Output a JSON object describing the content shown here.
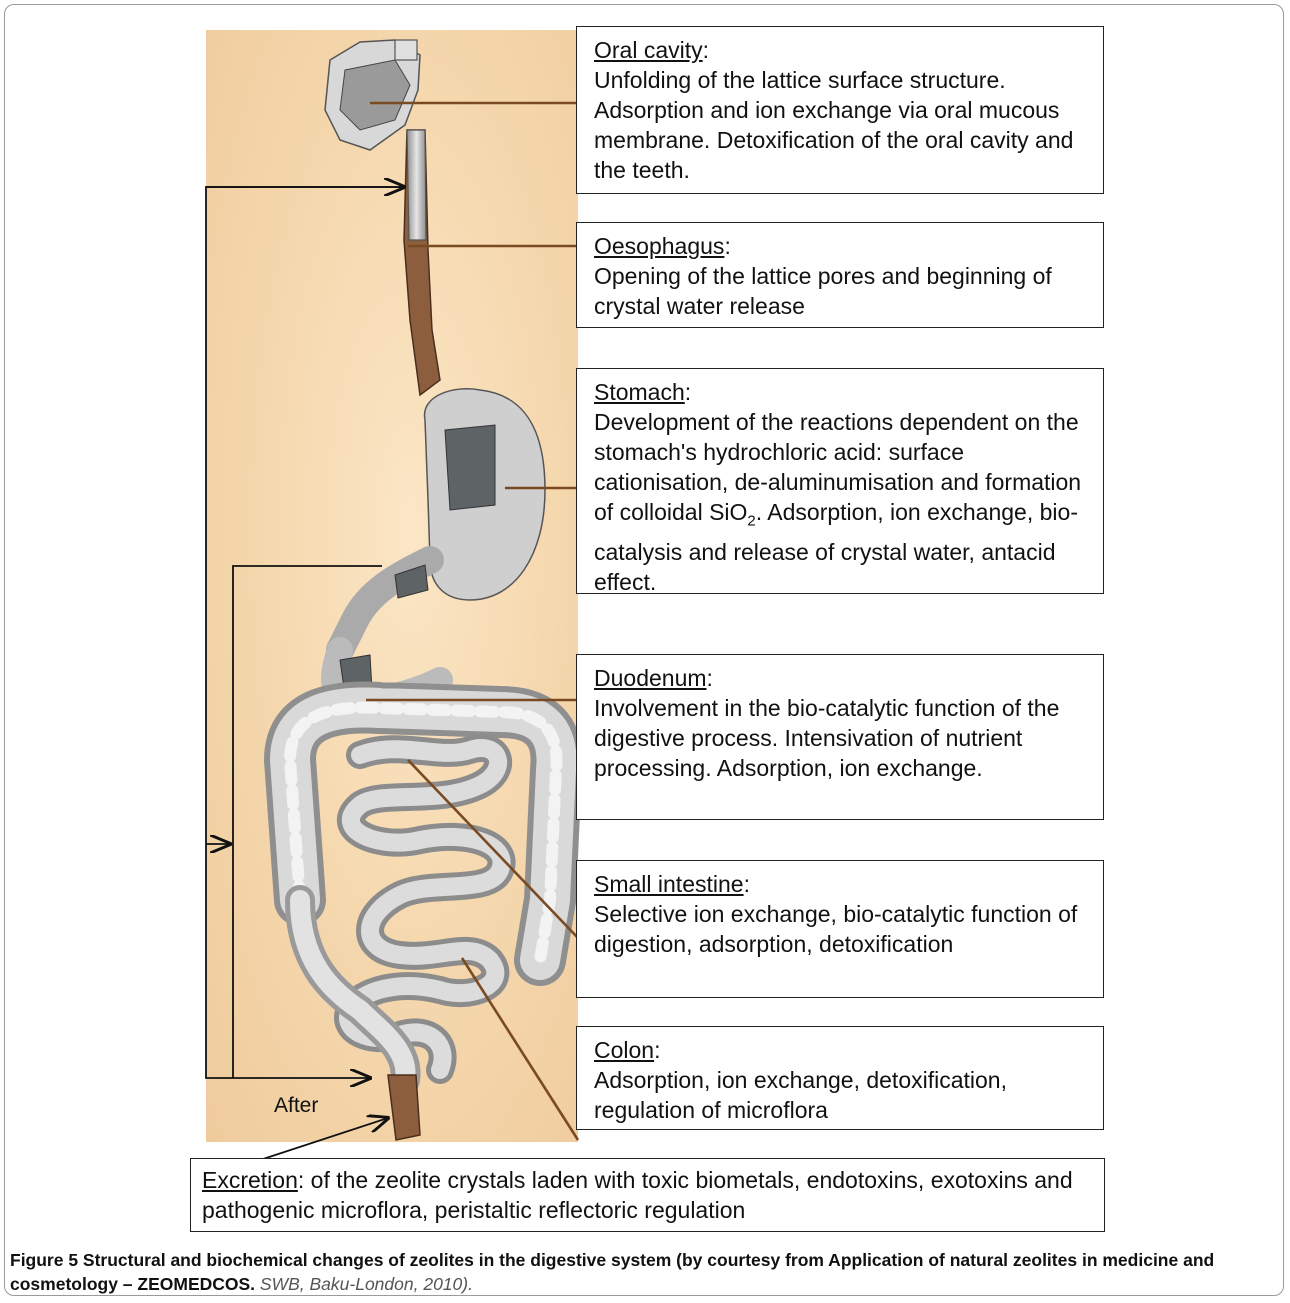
{
  "boxes": {
    "oral": {
      "head": "Oral cavity",
      "sep": ":",
      "body": "Unfolding of the lattice surface structure. Adsorption and ion exchange via oral mucous membrane. Detoxification of the oral cavity and the teeth."
    },
    "oesophagus": {
      "head": "Oesophagus",
      "sep": ":",
      "body": "Opening of the lattice pores and beginning of crystal water release"
    },
    "stomach": {
      "head": "Stomach",
      "sep": ":",
      "body_a": "Development of the reactions dependent on the stomach's hydrochloric acid: surface cationisation, de-aluminumisation and formation of colloidal SiO",
      "body_sub": "2",
      "body_b": ". Adsorption, ion exchange, bio-catalysis and release of crystal water, antacid effect."
    },
    "duodenum": {
      "head": "Duodenum",
      "sep": ":",
      "body": "Involvement in the bio-catalytic function of the digestive process. Intensivation of nutrient processing. Adsorption, ion exchange."
    },
    "small_intestine": {
      "head": "Small intestine",
      "sep": ":",
      "body": "Selective ion exchange, bio-catalytic function of digestion, adsorption, detoxification"
    },
    "colon": {
      "head": "Colon",
      "sep": ":",
      "body": "Adsorption, ion exchange, detoxification, regulation of microflora"
    }
  },
  "excretion": {
    "head": "Excretion",
    "body": ": of the zeolite crystals laden with toxic biometals, endotoxins, exotoxins and pathogenic microflora, peristaltic reflectoric regulation"
  },
  "after_label": "After",
  "caption": {
    "bold": "Figure 5 Structural and biochemical changes of zeolites in the digestive system (by courtesy from Application of natural zeolites in medicine and cosmetology – ZEOMEDCOS.",
    "italic": " SWB, Baku-London, 2010)."
  },
  "colors": {
    "background": "#f6d9b0",
    "organ": "#c9c9c9",
    "leader": "#8a5a2a",
    "oesophagus": "#9a6a48"
  }
}
